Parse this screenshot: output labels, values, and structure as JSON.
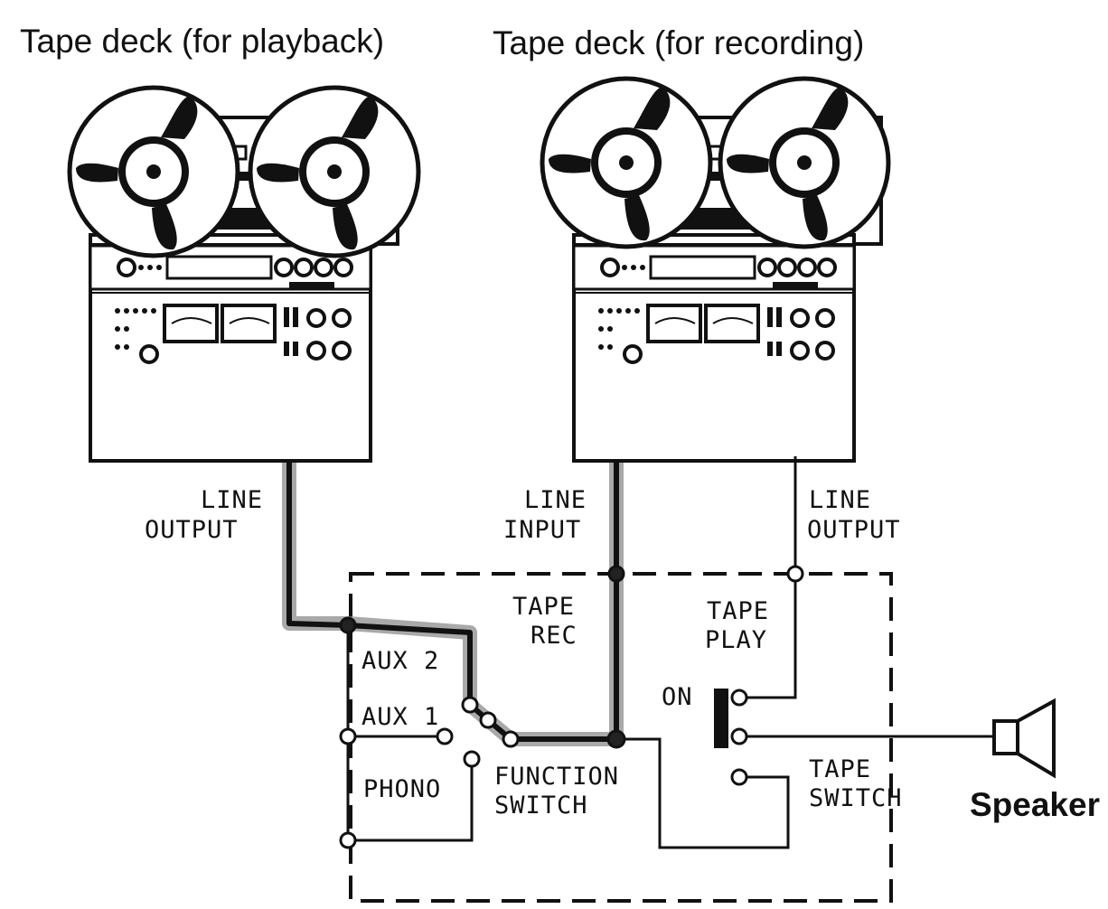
{
  "titles": {
    "playback_deck": "Tape deck (for playback)",
    "recording_deck": "Tape deck (for recording)"
  },
  "labels": {
    "line_output_left_1": "LINE",
    "line_output_left_2": "OUTPUT",
    "line_input_1": "LINE",
    "line_input_2": "INPUT",
    "line_output_right_1": "LINE",
    "line_output_right_2": "OUTPUT",
    "tape_rec_1": "TAPE",
    "tape_rec_2": "REC",
    "tape_play_1": "TAPE",
    "tape_play_2": "PLAY",
    "aux2": "AUX 2",
    "aux1": "AUX 1",
    "phono": "PHONO",
    "function_switch_1": "FUNCTION",
    "function_switch_2": "SWITCH",
    "on": "ON",
    "tape_switch_1": "TAPE",
    "tape_switch_2": "SWITCH",
    "speaker": "Speaker"
  }
}
